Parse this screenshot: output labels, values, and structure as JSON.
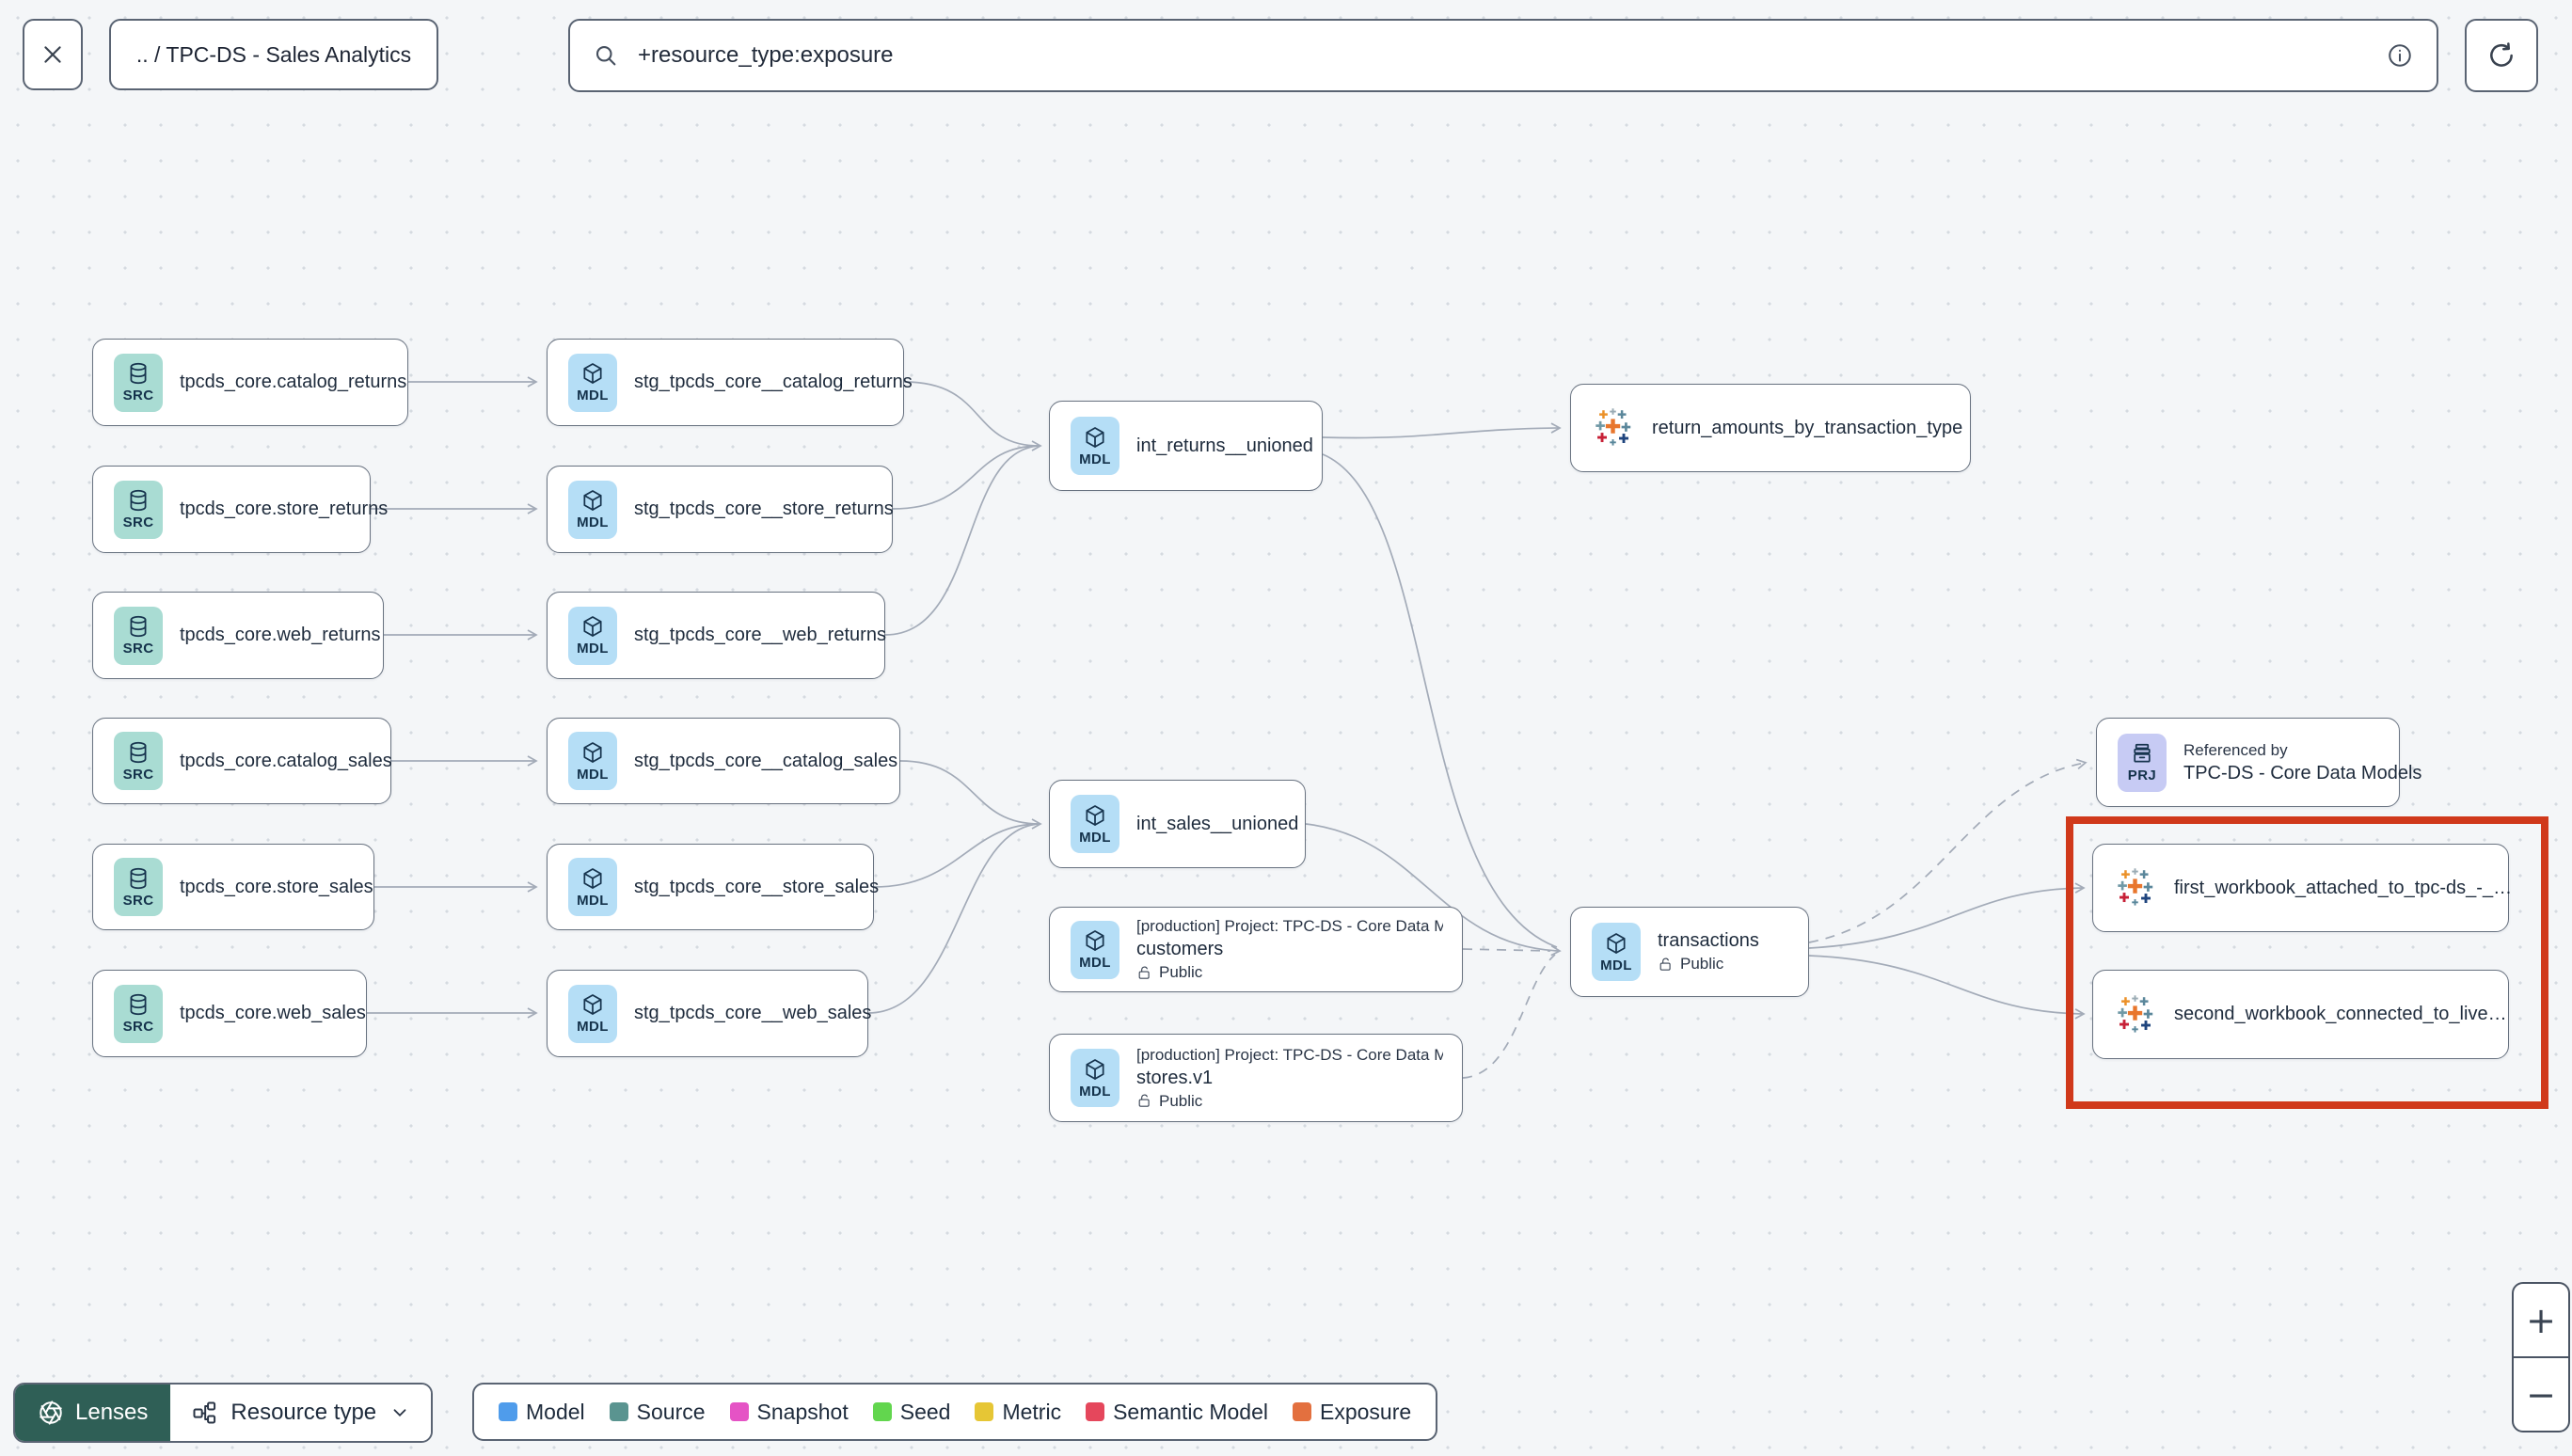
{
  "topbar": {
    "breadcrumb": ".. / TPC-DS - Sales Analytics",
    "search": {
      "value": "+resource_type:exposure"
    }
  },
  "badges": {
    "source": {
      "text": "SRC",
      "color": "#a9dcd3"
    },
    "model": {
      "text": "MDL",
      "color": "#b5def6"
    },
    "project": {
      "text": "PRJ",
      "color": "#c7cbf4"
    }
  },
  "graph": {
    "nodes": [
      {
        "id": "src-catalog-returns",
        "kind": "source",
        "label": "tpcds_core.catalog_returns"
      },
      {
        "id": "src-store-returns",
        "kind": "source",
        "label": "tpcds_core.store_returns"
      },
      {
        "id": "src-web-returns",
        "kind": "source",
        "label": "tpcds_core.web_returns"
      },
      {
        "id": "src-catalog-sales",
        "kind": "source",
        "label": "tpcds_core.catalog_sales"
      },
      {
        "id": "src-store-sales",
        "kind": "source",
        "label": "tpcds_core.store_sales"
      },
      {
        "id": "src-web-sales",
        "kind": "source",
        "label": "tpcds_core.web_sales"
      },
      {
        "id": "stg-catalog-returns",
        "kind": "model",
        "label": "stg_tpcds_core__catalog_returns"
      },
      {
        "id": "stg-store-returns",
        "kind": "model",
        "label": "stg_tpcds_core__store_returns"
      },
      {
        "id": "stg-web-returns",
        "kind": "model",
        "label": "stg_tpcds_core__web_returns"
      },
      {
        "id": "stg-catalog-sales",
        "kind": "model",
        "label": "stg_tpcds_core__catalog_sales"
      },
      {
        "id": "stg-store-sales",
        "kind": "model",
        "label": "stg_tpcds_core__store_sales"
      },
      {
        "id": "stg-web-sales",
        "kind": "model",
        "label": "stg_tpcds_core__web_sales"
      },
      {
        "id": "int-returns",
        "kind": "model",
        "label": "int_returns__unioned"
      },
      {
        "id": "int-sales",
        "kind": "model",
        "label": "int_sales__unioned"
      },
      {
        "id": "exp-return-amounts",
        "kind": "exposure",
        "label": "return_amounts_by_transaction_type"
      },
      {
        "id": "mdl-customers",
        "kind": "model",
        "label": "customers",
        "project": "[production] Project: TPC-DS - Core Data Mo…",
        "access": "Public"
      },
      {
        "id": "mdl-stores",
        "kind": "model",
        "label": "stores.v1",
        "project": "[production] Project: TPC-DS - Core Data Mo…",
        "access": "Public"
      },
      {
        "id": "mdl-transactions",
        "kind": "model",
        "label": "transactions",
        "access": "Public"
      },
      {
        "id": "prj-core",
        "kind": "project",
        "title": "Referenced by",
        "label": "TPC-DS - Core Data Models"
      },
      {
        "id": "exp-workbook-1",
        "kind": "exposure",
        "label": "first_workbook_attached_to_tpc-ds_-_…"
      },
      {
        "id": "exp-workbook-2",
        "kind": "exposure",
        "label": "second_workbook_connected_to_live…"
      }
    ],
    "highlight_color": "#d0391b"
  },
  "controls": {
    "lenses_label": "Lenses",
    "lenses_color": "#2f5f56",
    "resource_type_label": "Resource type"
  },
  "legend": {
    "items": [
      {
        "label": "Model",
        "color": "#4f9ceb"
      },
      {
        "label": "Source",
        "color": "#5a9490"
      },
      {
        "label": "Snapshot",
        "color": "#e553c5"
      },
      {
        "label": "Seed",
        "color": "#62d64e"
      },
      {
        "label": "Metric",
        "color": "#e6c635"
      },
      {
        "label": "Semantic Model",
        "color": "#e5475c"
      },
      {
        "label": "Exposure",
        "color": "#e3703f"
      }
    ]
  },
  "zoom": {
    "in_label": "+",
    "out_label": "−"
  }
}
